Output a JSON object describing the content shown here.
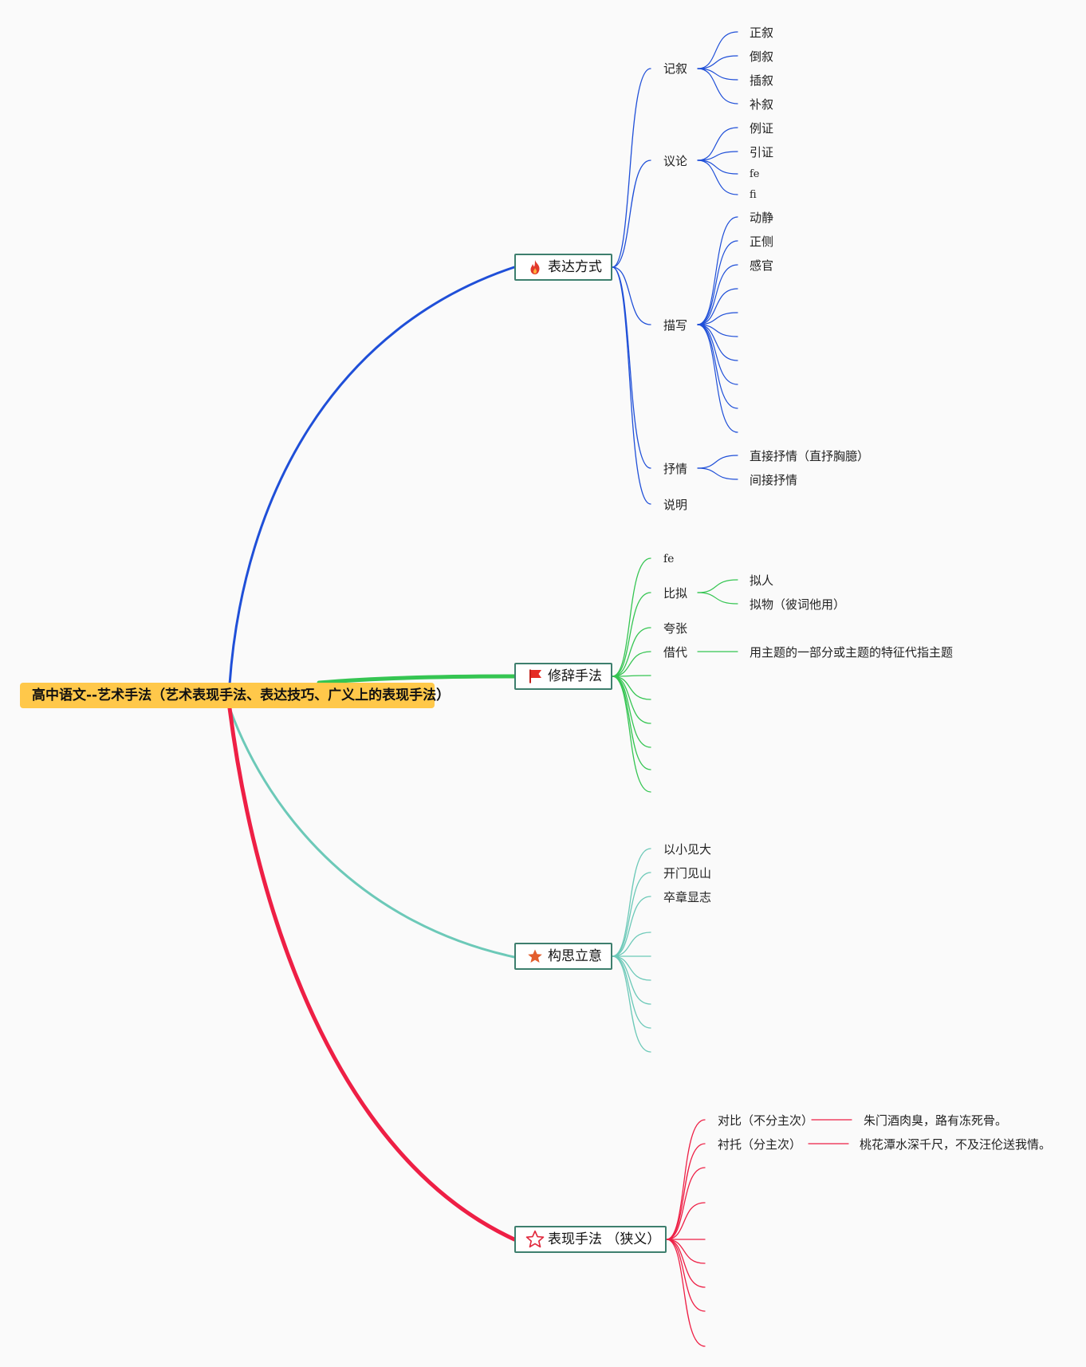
{
  "root": {
    "label": "高中语文--艺术手法（艺术表现手法、表达技巧、广义上的表现手法）",
    "color": "#ffc84a"
  },
  "branches": [
    {
      "id": "biaoda",
      "label": "表达方式",
      "icon": "fire-icon",
      "color": "#1f4fd8",
      "children": [
        {
          "label": "记叙",
          "children": [
            "正叙",
            "倒叙",
            "插叙",
            "补叙"
          ]
        },
        {
          "label": "议论",
          "children": [
            "例证",
            "引证",
            "fe",
            "fi"
          ]
        },
        {
          "label": "描写",
          "children": [
            "动静",
            "正侧",
            "感官",
            "",
            "",
            "",
            "",
            "",
            "",
            ""
          ]
        },
        {
          "label": "抒情",
          "children": [
            "直接抒情（直抒胸臆）",
            "间接抒情"
          ]
        },
        {
          "label": "说明",
          "children": []
        }
      ]
    },
    {
      "id": "xiuci",
      "label": "修辞手法",
      "icon": "flag-icon",
      "color": "#35c552",
      "children": [
        {
          "label": "fe",
          "children": []
        },
        {
          "label": "比拟",
          "children": [
            "拟人",
            "拟物（彼词他用）"
          ]
        },
        {
          "label": "夸张",
          "children": []
        },
        {
          "label": "借代",
          "children": [
            "用主题的一部分或主题的特征代指主题"
          ]
        },
        {
          "label": "",
          "children": []
        },
        {
          "label": "",
          "children": []
        },
        {
          "label": "",
          "children": []
        },
        {
          "label": "",
          "children": []
        },
        {
          "label": "",
          "children": []
        },
        {
          "label": "",
          "children": []
        }
      ]
    },
    {
      "id": "gousi",
      "label": "构思立意",
      "icon": "star-icon",
      "color": "#6cc9b8",
      "children": [
        {
          "label": "以小见大",
          "children": []
        },
        {
          "label": "开门见山",
          "children": []
        },
        {
          "label": "卒章显志",
          "children": []
        },
        {
          "label": "",
          "children": []
        },
        {
          "label": "",
          "children": []
        },
        {
          "label": "",
          "children": []
        },
        {
          "label": "",
          "children": []
        },
        {
          "label": "",
          "children": []
        },
        {
          "label": "",
          "children": []
        }
      ]
    },
    {
      "id": "biaoxian",
      "label": "表现手法 （狭义）",
      "icon": "star-outline-icon",
      "color": "#ee1f45",
      "children": [
        {
          "label": "对比（不分主次）",
          "children": [
            "朱门酒肉臭，路有冻死骨。"
          ]
        },
        {
          "label": "衬托（分主次）",
          "children": [
            "桃花潭水深千尺，不及汪伦送我情。"
          ]
        },
        {
          "label": "",
          "children": []
        },
        {
          "label": "",
          "children": []
        },
        {
          "label": "",
          "children": []
        },
        {
          "label": "",
          "children": []
        },
        {
          "label": "",
          "children": []
        },
        {
          "label": "",
          "children": []
        },
        {
          "label": "",
          "children": []
        }
      ]
    }
  ]
}
